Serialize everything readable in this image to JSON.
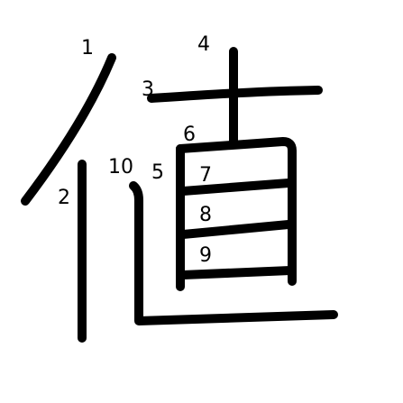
{
  "diagram": {
    "kind": "kanji stroke order",
    "character": "値",
    "stroke_color": "#000000",
    "background_color": "#ffffff",
    "stroke_numbers": [
      "1",
      "2",
      "3",
      "4",
      "5",
      "6",
      "7",
      "8",
      "9",
      "10"
    ]
  }
}
